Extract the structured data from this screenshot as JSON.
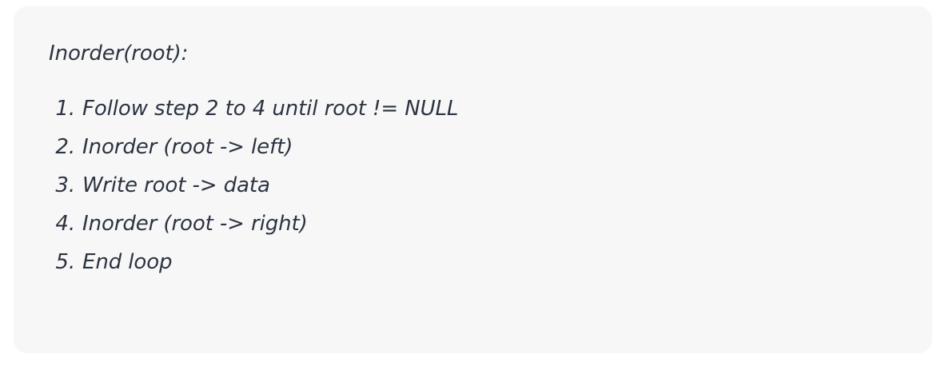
{
  "card": {
    "background_color": "#f7f7f8",
    "page_background_color": "#ffffff",
    "text_color": "#2c3440"
  },
  "algorithm": {
    "title": "Inorder(root):",
    "steps": [
      {
        "marker": "1.",
        "text": "Follow step 2 to 4 until root != NULL"
      },
      {
        "marker": "2.",
        "text": "Inorder (root -> left)"
      },
      {
        "marker": "3.",
        "text": "Write root -> data"
      },
      {
        "marker": "4.",
        "text": "Inorder (root -> right)"
      },
      {
        "marker": "5.",
        "text": "End loop"
      }
    ]
  }
}
